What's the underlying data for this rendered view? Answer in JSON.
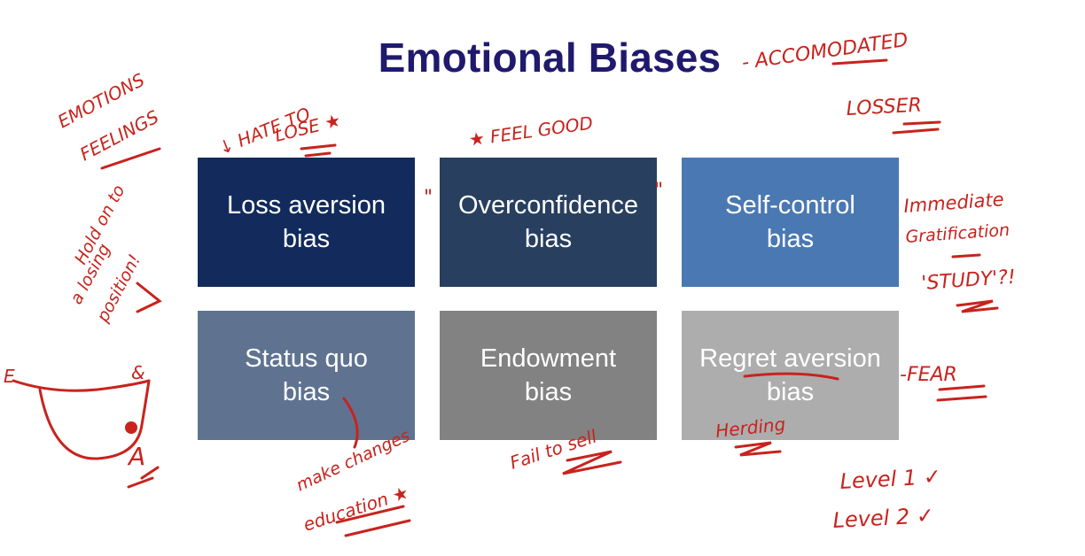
{
  "slide": {
    "title": "Emotional Biases"
  },
  "biases": [
    {
      "line1": "Loss aversion",
      "line2": "bias",
      "color": "#122b5c"
    },
    {
      "line1": "Overconfidence",
      "line2": "bias",
      "color": "#283f5f"
    },
    {
      "line1": "Self-control",
      "line2": "bias",
      "color": "#4a78b2"
    },
    {
      "line1": "Status quo",
      "line2": "bias",
      "color": "#5f7391"
    },
    {
      "line1": "Endowment",
      "line2": "bias",
      "color": "#828282"
    },
    {
      "line1": "Regret aversion",
      "line2": "bias",
      "color": "#adadad"
    }
  ],
  "annotations": {
    "accomodated": "- ACCOMODATED",
    "emotions": "EMOTIONS",
    "feelings": "FEELINGS",
    "hate_to": "↓ HATE TO",
    "lose": "LOSE ★",
    "feel_good": "★ FEEL GOOD",
    "losser": "LOSSER",
    "immediate": "Immediate",
    "gratification": "Gratification",
    "study": "'STUDY'?!",
    "hold_1": "Hold on to",
    "hold_2": "a losing",
    "hold_3": "position!",
    "fear": "-FEAR",
    "make_changes": "make changes",
    "education": "education ★",
    "fail_to_sell": "Fail to sell",
    "herding": "Herding",
    "level_1": "Level 1 ✓",
    "level_2": "Level 2 ✓",
    "graph_left": "E",
    "graph_right": "&",
    "graph_a": "A",
    "quote_open": "\"",
    "quote_close": "\"",
    "annotation_color": "#c8231d"
  }
}
